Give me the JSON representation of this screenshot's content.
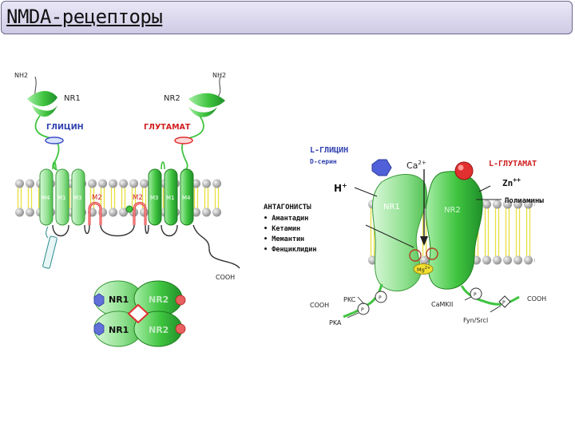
{
  "title": "NMDA-рецепторы",
  "colors": {
    "green": "#3fc43f",
    "green_dark": "#1f8f2a",
    "glutamate_red": "#e03030",
    "glycine_blue": "#4050c8"
  },
  "left": {
    "nh2_left": "NH2",
    "nh2_right": "NH2",
    "nr1": "NR1",
    "nr2": "NR2",
    "glycine": "ГЛИЦИН",
    "glutamate": "ГЛУТАМАТ",
    "m_left": [
      "M4",
      "M1",
      "M3"
    ],
    "m2_left": "M2",
    "m2_right": "M2",
    "m_right": [
      "M3",
      "M1",
      "M4"
    ],
    "cooh": "COOH"
  },
  "tetramer": {
    "subunits": [
      "NR1",
      "NR2",
      "NR1",
      "NR2"
    ]
  },
  "right": {
    "l_glycine": "L-ГЛИЦИН",
    "d_serine": "D-серин",
    "ca": "Ca",
    "ca_sup": "2+",
    "l_glutamate": "L-ГЛУТАМАТ",
    "zn": "Zn",
    "zn_sup": "++",
    "h": "H",
    "h_sup": "+",
    "polyamines": "Полиамины",
    "antagonists_title": "АНТАГОНИСТЫ",
    "antagonists": [
      "• Амантадин",
      "• Кетамин",
      "• Мемантин",
      "• Фенциклидин"
    ],
    "nr1": "NR1",
    "nr2": "NR2",
    "mg": "Mg",
    "mg_sup": "2+",
    "pkc": "PKC",
    "pka": "PKA",
    "cooh_left": "COOH",
    "camkii": "CaMKII",
    "cooh_right": "COOH",
    "fyn": "Fyn/Srcl",
    "p": "P"
  }
}
